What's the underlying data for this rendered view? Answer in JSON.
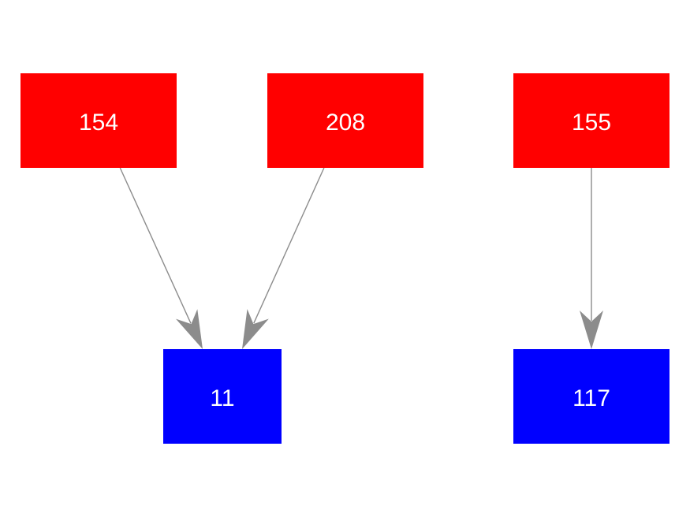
{
  "canvas": {
    "background_color": "#ffffff"
  },
  "diagram": {
    "edge_color": "#8c8c8c",
    "node_text_color": "#ffffff",
    "source_node_color": "#ff0000",
    "target_node_color": "#0000ff",
    "nodes": [
      {
        "id": "154",
        "label": "154",
        "color": "#ff0000"
      },
      {
        "id": "208",
        "label": "208",
        "color": "#ff0000"
      },
      {
        "id": "155",
        "label": "155",
        "color": "#ff0000"
      },
      {
        "id": "11",
        "label": "11",
        "color": "#0000ff"
      },
      {
        "id": "117",
        "label": "117",
        "color": "#0000ff"
      }
    ],
    "edges": [
      {
        "from": "154",
        "to": "11"
      },
      {
        "from": "208",
        "to": "11"
      },
      {
        "from": "155",
        "to": "117"
      }
    ]
  }
}
